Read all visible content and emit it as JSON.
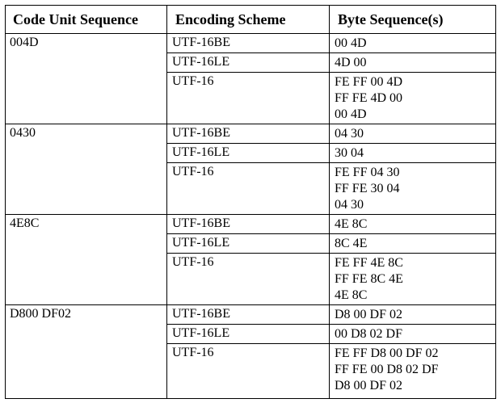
{
  "table": {
    "headers": {
      "code_unit_sequence": "Code Unit Sequence",
      "encoding_scheme": "Encoding Scheme",
      "byte_sequences": "Byte Sequence(s)"
    },
    "groups": [
      {
        "code": "004D",
        "rows": [
          {
            "scheme": "UTF-16BE",
            "bytes": [
              "00 4D"
            ]
          },
          {
            "scheme": "UTF-16LE",
            "bytes": [
              "4D 00"
            ]
          },
          {
            "scheme": "UTF-16",
            "bytes": [
              "FE FF 00 4D",
              "FF FE 4D 00",
              "00 4D"
            ]
          }
        ]
      },
      {
        "code": "0430",
        "rows": [
          {
            "scheme": "UTF-16BE",
            "bytes": [
              "04 30"
            ]
          },
          {
            "scheme": "UTF-16LE",
            "bytes": [
              "30 04"
            ]
          },
          {
            "scheme": "UTF-16",
            "bytes": [
              "FE FF 04 30",
              "FF FE 30 04",
              "04 30"
            ]
          }
        ]
      },
      {
        "code": "4E8C",
        "rows": [
          {
            "scheme": "UTF-16BE",
            "bytes": [
              "4E 8C"
            ]
          },
          {
            "scheme": "UTF-16LE",
            "bytes": [
              "8C 4E"
            ]
          },
          {
            "scheme": "UTF-16",
            "bytes": [
              "FE FF 4E 8C",
              "FF FE 8C 4E",
              "4E 8C"
            ]
          }
        ]
      },
      {
        "code": "D800 DF02",
        "rows": [
          {
            "scheme": "UTF-16BE",
            "bytes": [
              "D8 00 DF 02"
            ]
          },
          {
            "scheme": "UTF-16LE",
            "bytes": [
              "00 D8 02 DF"
            ]
          },
          {
            "scheme": "UTF-16",
            "bytes": [
              "FE FF D8 00 DF 02",
              "FF FE 00 D8 02 DF",
              "D8 00 DF 02"
            ]
          }
        ]
      }
    ]
  }
}
